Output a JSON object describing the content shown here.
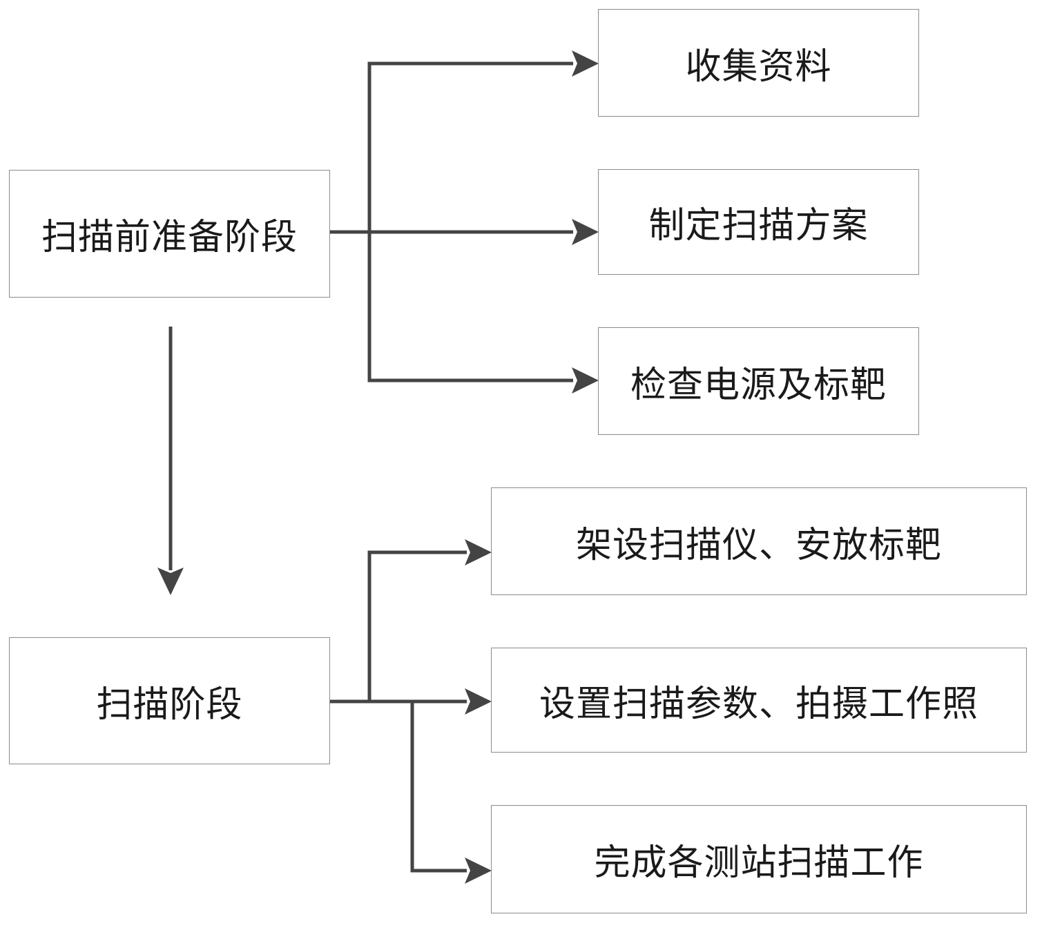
{
  "colors": {
    "line": "#444444",
    "box_border": "#8a8a8a",
    "text": "#1a1a1a"
  },
  "stage1": {
    "title": "扫描前准备阶段",
    "steps": [
      "收集资料",
      "制定扫描方案",
      "检查电源及标靶"
    ]
  },
  "stage2": {
    "title": "扫描阶段",
    "steps": [
      "架设扫描仪、安放标靶",
      "设置扫描参数、拍摄工作照",
      "完成各测站扫描工作"
    ]
  }
}
